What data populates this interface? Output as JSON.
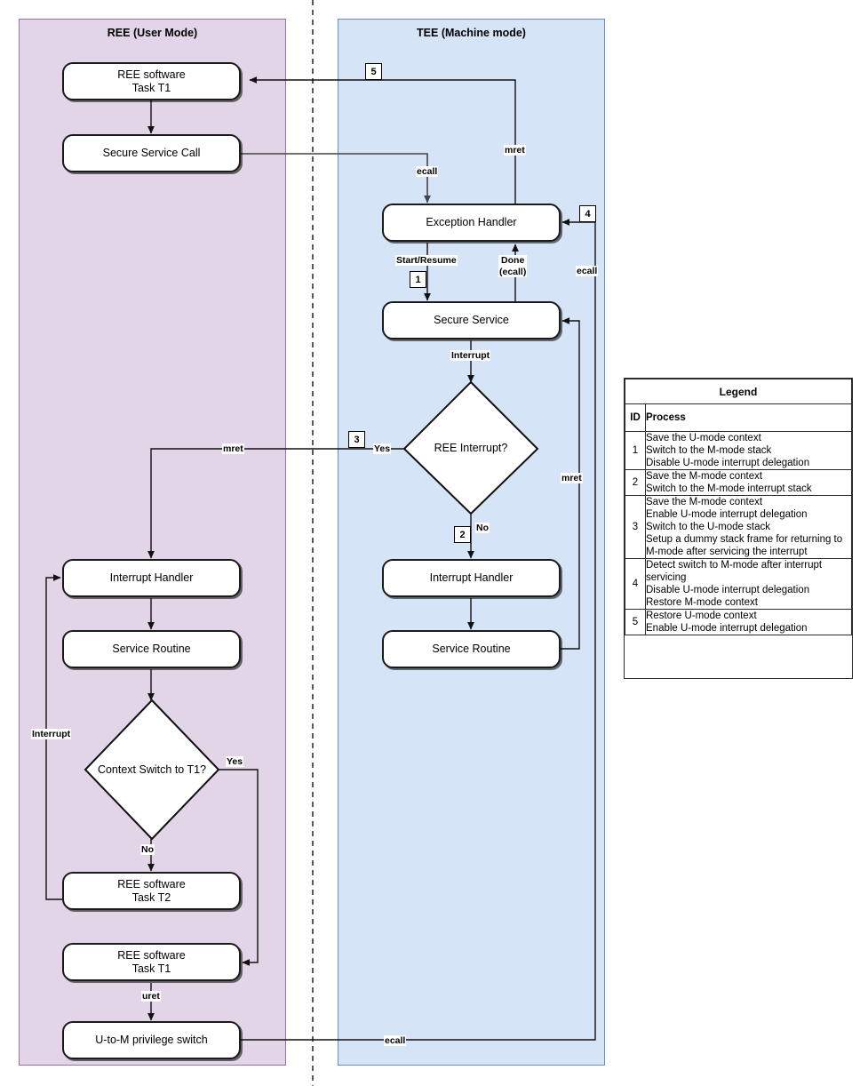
{
  "panels": {
    "ree": {
      "title_line1": "REE",
      "title_line2": "(User Mode)",
      "fill": "#e1d5e7",
      "stroke": "#9673a6"
    },
    "tee": {
      "title_line1": "TEE",
      "title_line2": "(Machine mode)",
      "fill": "#d5e4f7",
      "stroke": "#6c8ebf"
    }
  },
  "nodes": {
    "ree_task_t1_top_l1": "REE software",
    "ree_task_t1_top_l2": "Task T1",
    "secure_service_call": "Secure Service Call",
    "ree_interrupt_handler": "Interrupt Handler",
    "ree_service_routine": "Service Routine",
    "context_switch_l1": "Context Switch",
    "context_switch_l2": "to T1?",
    "ree_task_t2_l1": "REE software",
    "ree_task_t2_l2": "Task T2",
    "ree_task_t1_bottom_l1": "REE software",
    "ree_task_t1_bottom_l2": "Task T1",
    "u_to_m_switch": "U-to-M privilege switch",
    "exception_handler": "Exception Handler",
    "secure_service": "Secure Service",
    "ree_interrupt_q": "REE Interrupt?",
    "tee_interrupt_handler": "Interrupt Handler",
    "tee_service_routine": "Service Routine"
  },
  "edge_labels": {
    "ecall_top": "ecall",
    "mret_top": "mret",
    "start_resume": "Start/Resume",
    "done_l1": "Done",
    "done_l2": "(ecall)",
    "ecall_right": "ecall",
    "interrupt_tee": "Interrupt",
    "yes_tee": "Yes",
    "no_tee": "No",
    "mret_left": "mret",
    "mret_right": "mret",
    "interrupt_ree": "Interrupt",
    "yes_ree": "Yes",
    "no_ree": "No",
    "uret": "uret",
    "ecall_bottom": "ecall"
  },
  "step_badges": {
    "n1": "1",
    "n2": "2",
    "n3": "3",
    "n4": "4",
    "n5": "5"
  },
  "legend": {
    "title": "Legend",
    "columns": {
      "id": "ID",
      "process": "Process"
    },
    "rows": [
      {
        "id": "1",
        "lines": [
          "Save the U-mode context",
          "Switch to the M-mode stack",
          "Disable U-mode interrupt delegation"
        ]
      },
      {
        "id": "2",
        "lines": [
          "Save the M-mode context",
          "Switch to the M-mode interrupt stack"
        ]
      },
      {
        "id": "3",
        "lines": [
          "Save the M-mode context",
          "Enable U-mode interrupt delegation",
          "Switch to the U-mode stack",
          "Setup a dummy stack frame for returning to",
          "M-mode after servicing the interrupt"
        ]
      },
      {
        "id": "4",
        "lines": [
          "Detect switch to M-mode after interrupt",
          "servicing",
          "Disable U-mode interrupt delegation",
          "Restore M-mode context"
        ]
      },
      {
        "id": "5",
        "lines": [
          "Restore U-mode context",
          "Enable U-mode interrupt delegation"
        ]
      }
    ]
  }
}
